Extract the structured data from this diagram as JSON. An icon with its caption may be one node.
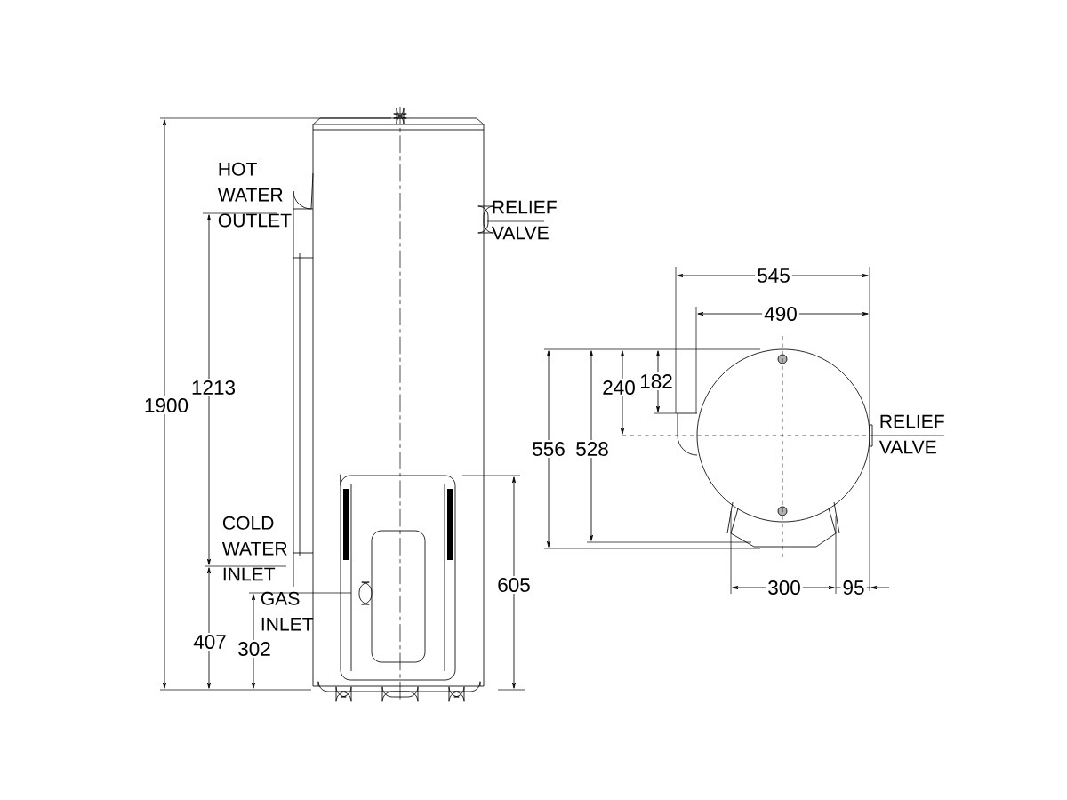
{
  "diagram": {
    "labels": [
      "HOT WATER OUTLET",
      "RELIEF VALVE",
      "545",
      "490",
      "1213",
      "240",
      "182",
      "1900",
      "RELIEF VALVE",
      "556",
      "528",
      "COLD WATER INLET",
      "GAS INLET",
      "605",
      "300",
      "95",
      "407",
      "302"
    ]
  }
}
